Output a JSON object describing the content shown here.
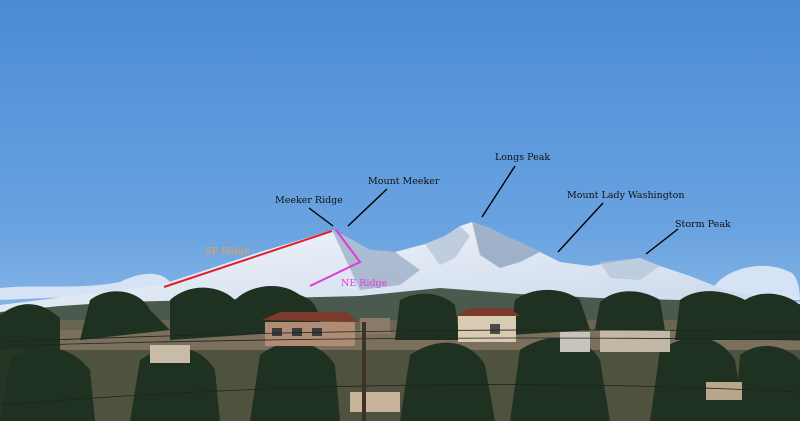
{
  "labels": {
    "longs_peak": "Longs Peak",
    "mount_meeker": "Mount Meeker",
    "meeker_ridge": "Meeker Ridge",
    "mount_lady_washington": "Mount Lady Washington",
    "storm_peak": "Storm Peak",
    "se_ridge": "SE Ridge",
    "ne_ridge": "NE Ridge"
  },
  "colors": {
    "sky_top": "#4f8fd9",
    "sky_bottom": "#9cc6ee",
    "snow": "#eef3fa",
    "se_ridge_line": "#e0202a",
    "se_ridge_text": "#f0a050",
    "ne_ridge_line": "#e23ad8",
    "ne_ridge_text": "#e23ad8",
    "pointer": "#000000"
  }
}
